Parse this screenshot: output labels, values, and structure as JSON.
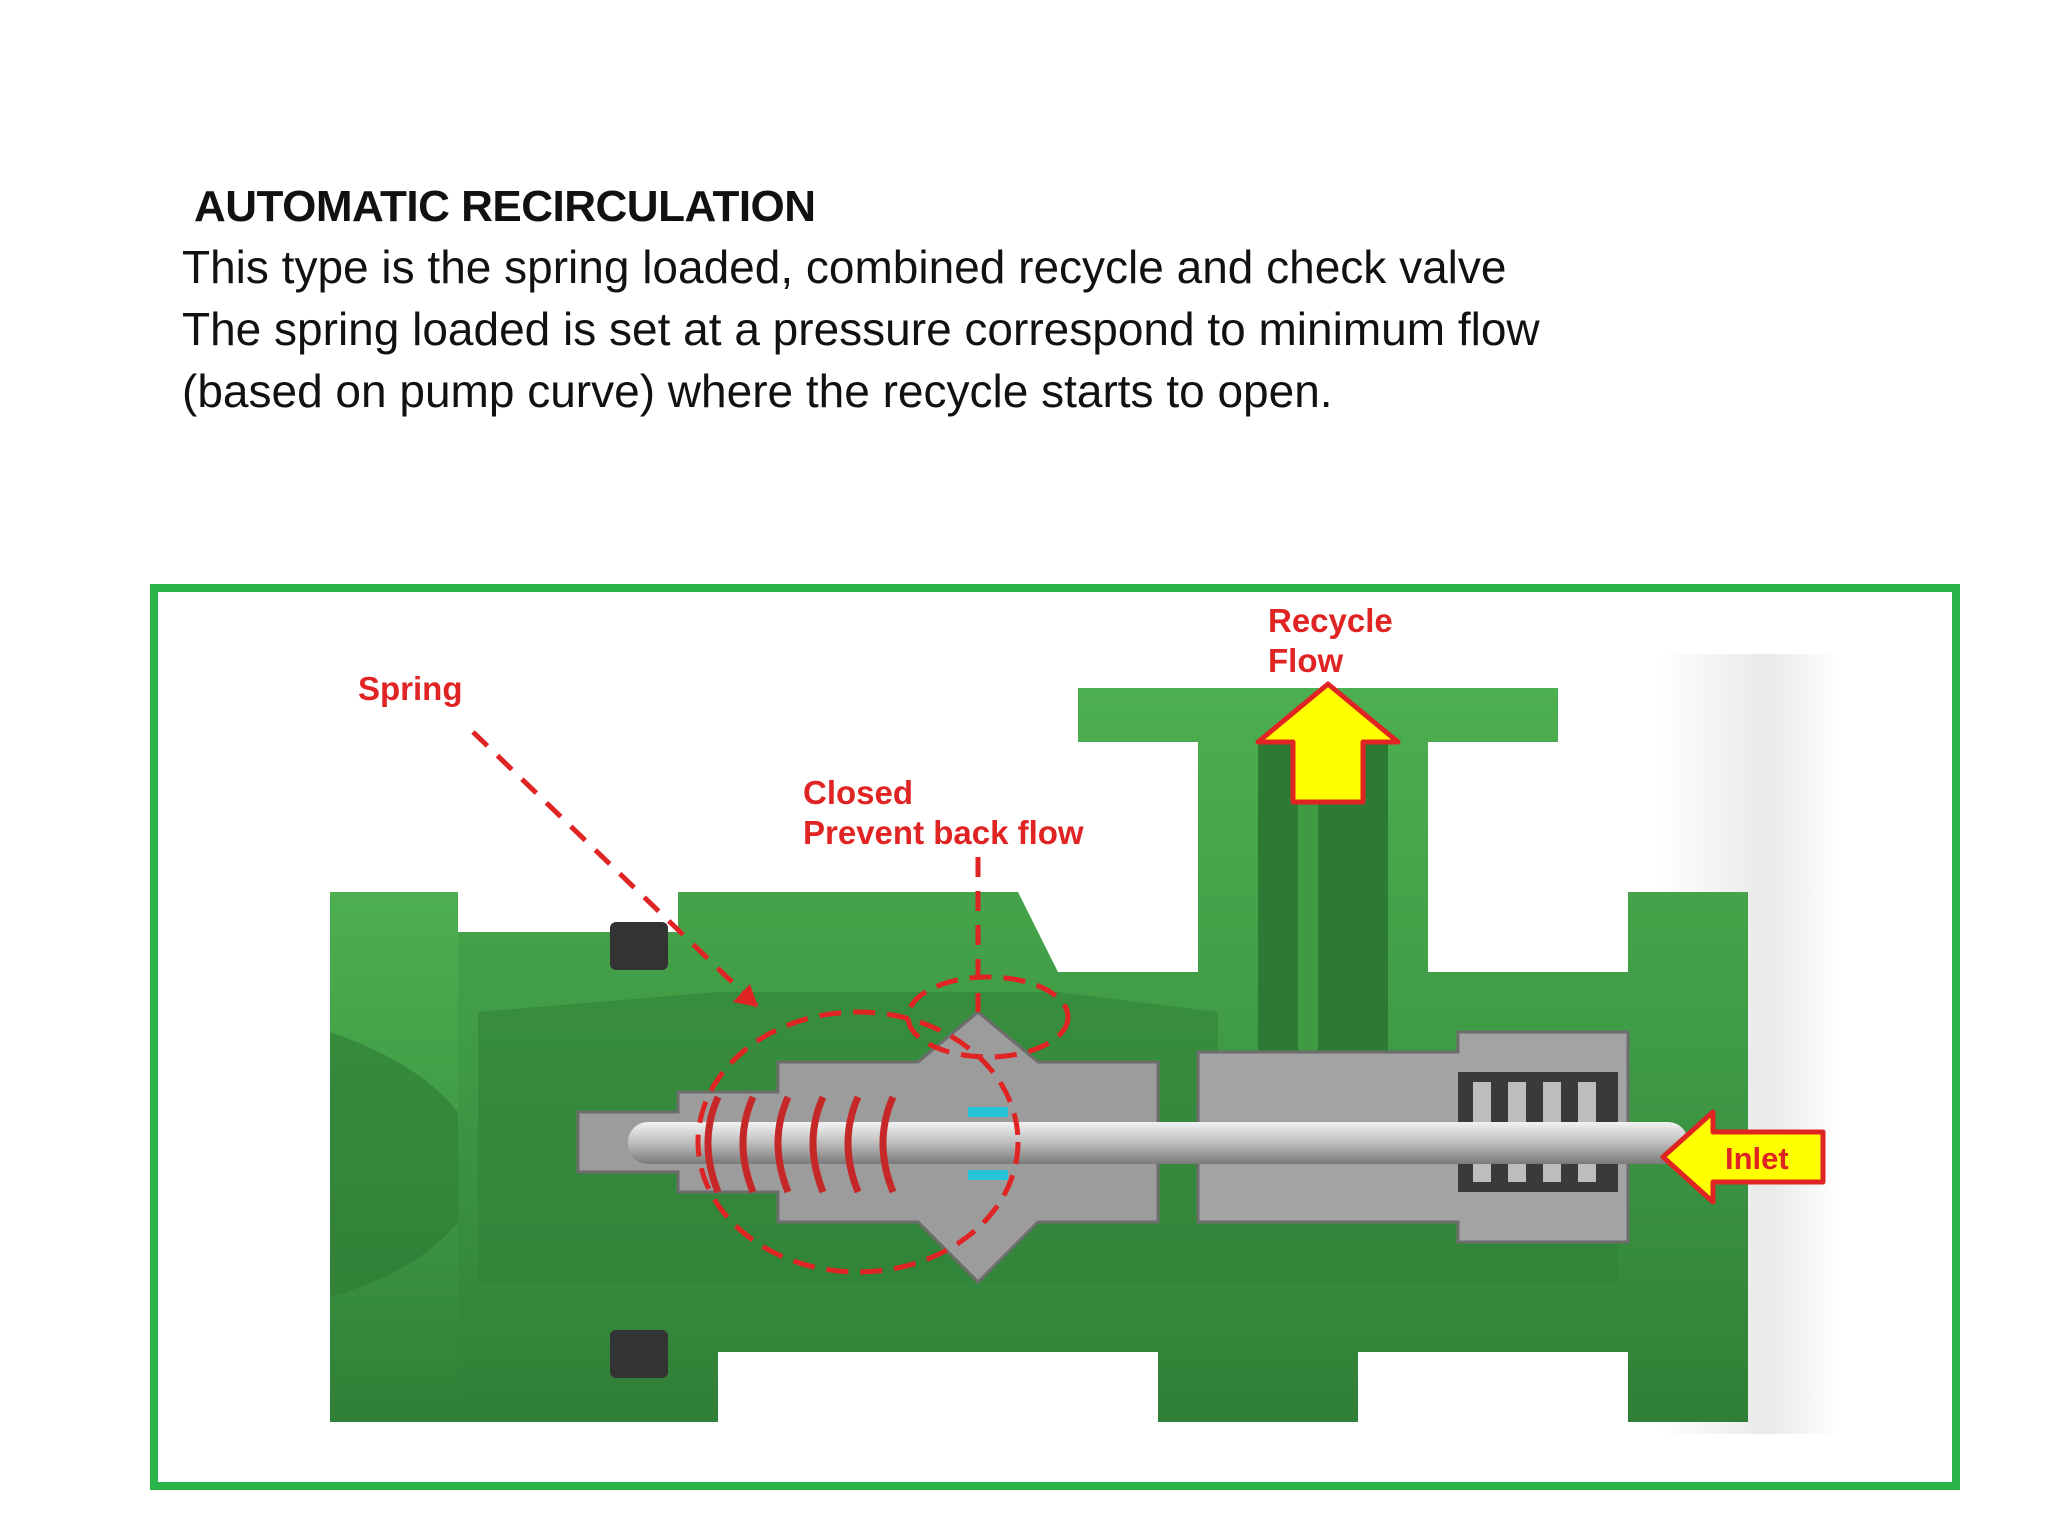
{
  "heading": "AUTOMATIC RECIRCULATION",
  "paragraphs": [
    "This type is the spring loaded, combined recycle and check valve",
    "The spring loaded is set at a pressure correspond to minimum flow (based on pump curve) where the recycle starts to open."
  ],
  "diagram": {
    "labels": {
      "recycle_line1": "Recycle",
      "recycle_line2": "Flow",
      "spring": "Spring",
      "closed_line1": "Closed",
      "closed_line2": "Prevent back flow",
      "inlet": "Inlet"
    },
    "colors": {
      "frame": "#29b34a",
      "valve_body": "#3f9a45",
      "valve_dark": "#2d7a34",
      "internals": "#9c9c9c",
      "annotation": "#e02424",
      "arrow_fill": "#ffff00",
      "arrow_outline": "#e02424"
    }
  }
}
